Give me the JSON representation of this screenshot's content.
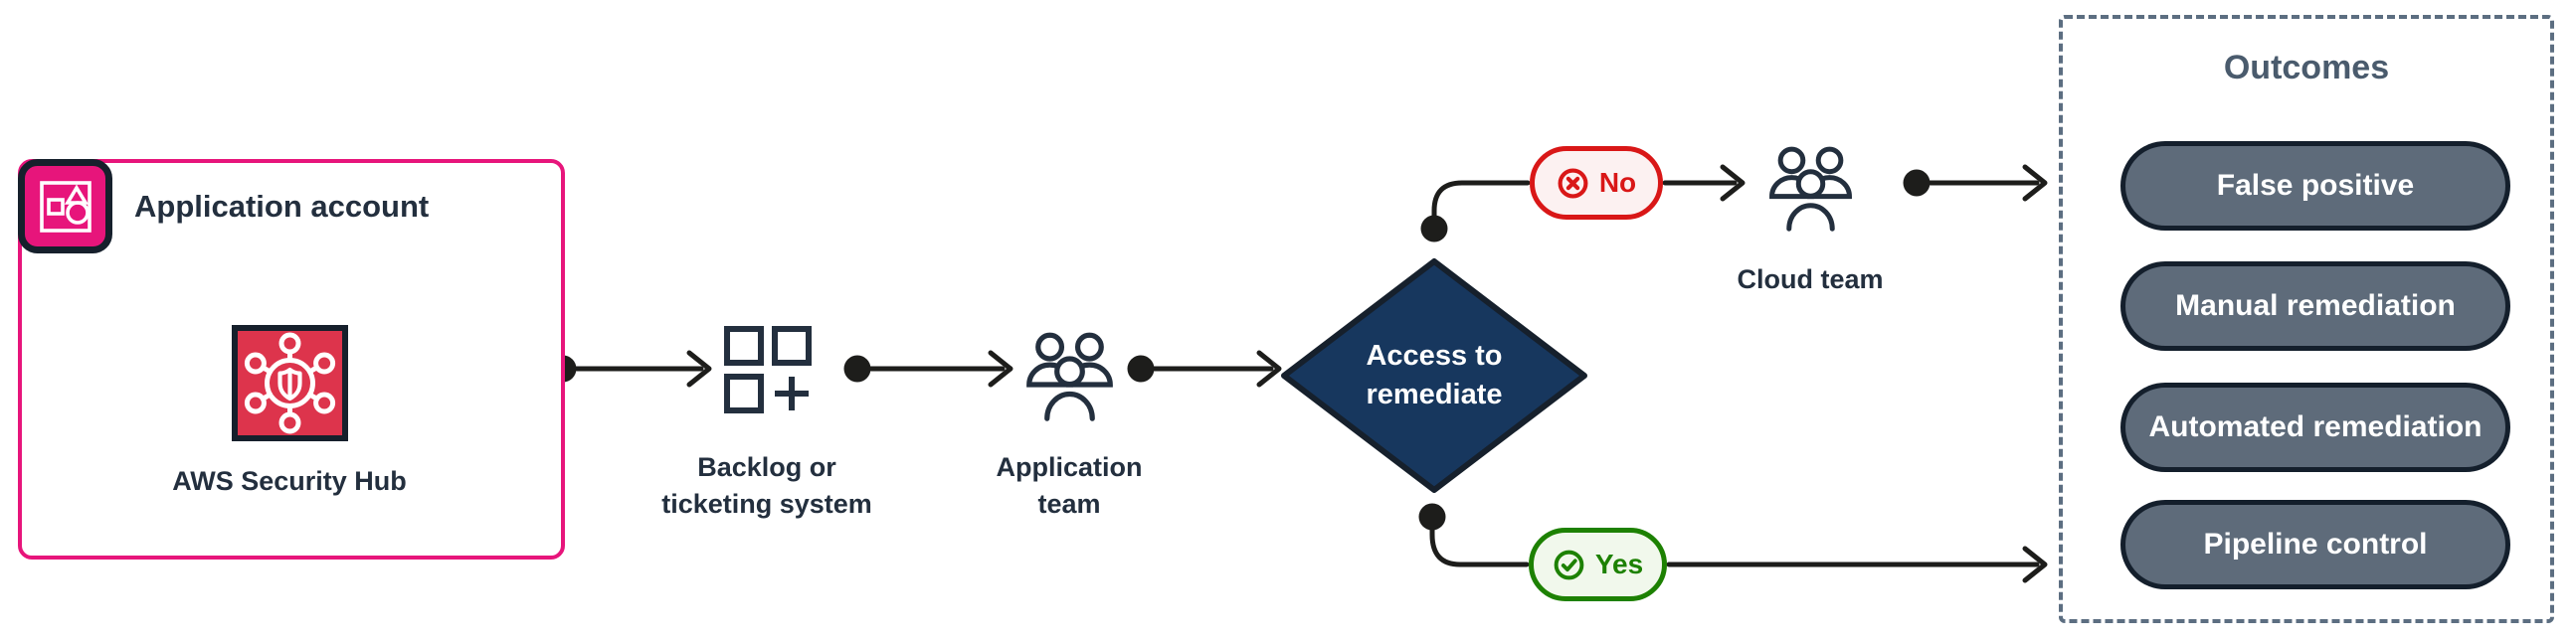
{
  "colors": {
    "pink": "#E7157B",
    "hubRed": "#DD344C",
    "ink": "#232F3E",
    "iconBorder": "#16202C",
    "line": "#1D1D1B",
    "navy": "#17375E",
    "noRed": "#D91717",
    "noFill": "#FCF1F1",
    "yesGreen": "#1D8102",
    "yesFill": "#F1F8EC",
    "pillFill": "#5E6B7A",
    "pillBorder": "#141F2C",
    "slate": "#5C6E81",
    "slateText": "#4A5B6D"
  },
  "application_account": {
    "title": "Application account",
    "service_label": "AWS Security Hub"
  },
  "flow": {
    "backlog_line1": "Backlog or",
    "backlog_line2": "ticketing system",
    "app_team_line1": "Application",
    "app_team_line2": "team",
    "decision_line1": "Access to",
    "decision_line2": "remediate",
    "cloud_team_label": "Cloud team"
  },
  "branches": {
    "no_label": "No",
    "yes_label": "Yes"
  },
  "outcomes": {
    "title": "Outcomes",
    "items": [
      "False positive",
      "Manual remediation",
      "Automated remediation",
      "Pipeline control"
    ]
  },
  "icons": {
    "application_account": "application-account-icon",
    "security_hub": "security-hub-icon",
    "backlog": "backlog-ticketing-icon",
    "application_team": "users-icon",
    "cloud_team": "users-icon",
    "no": "error-circle-x-icon",
    "yes": "success-circle-check-icon"
  }
}
